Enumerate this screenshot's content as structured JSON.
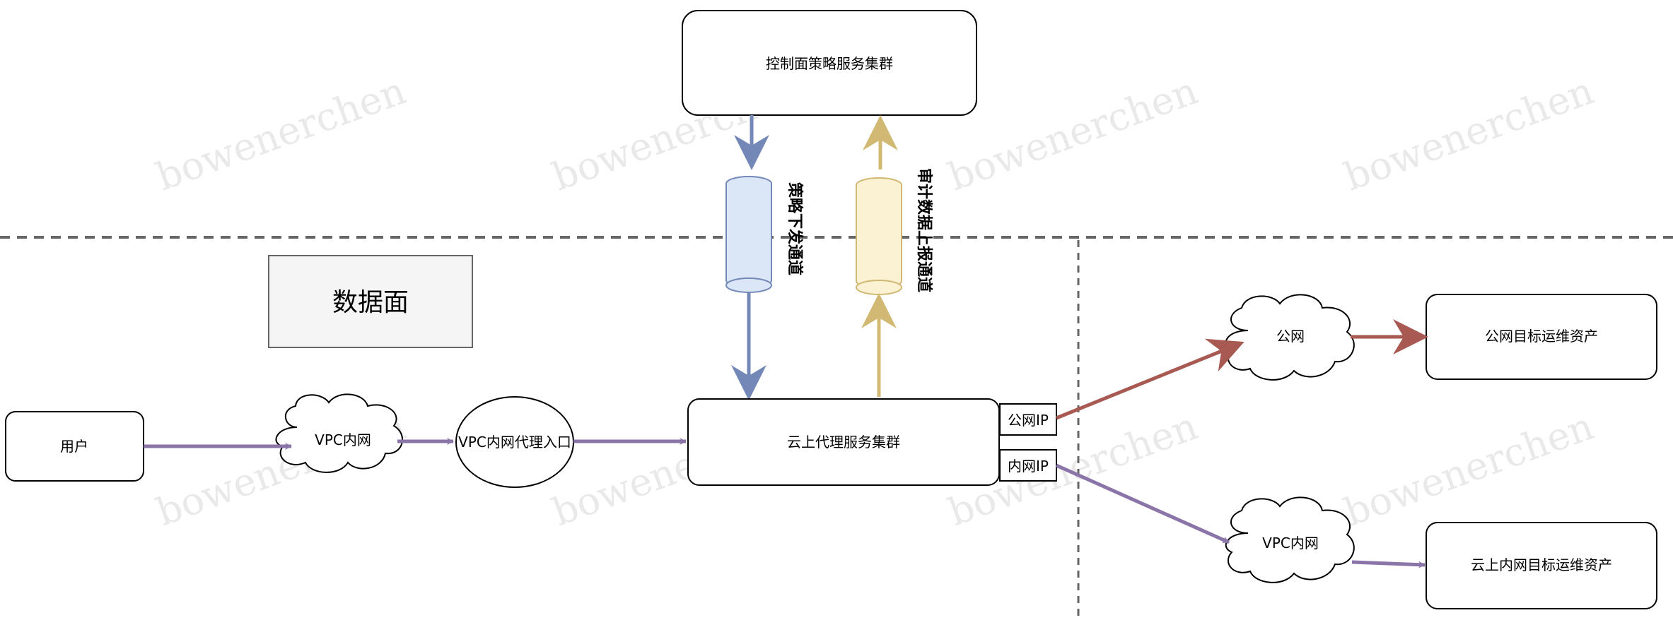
{
  "diagram": {
    "watermark": "bowenerchen",
    "control_cluster": "控制面策略服务集群",
    "data_plane_label": "数据面",
    "policy_channel": "策略下发通道",
    "audit_channel": "审计数据上报通道",
    "user": "用户",
    "vpc_cloud_left": "VPC内网",
    "vpc_proxy_entry": "VPC内网代理入口",
    "cloud_proxy_cluster": "云上代理服务集群",
    "public_ip_port": "公网IP",
    "internal_ip_port": "内网IP",
    "public_cloud": "公网",
    "public_target": "公网目标运维资产",
    "vpc_cloud_right": "VPC内网",
    "internal_target": "云上内网目标运维资产"
  },
  "colors": {
    "purple": "#8a74a8",
    "blue": "#7488b8",
    "gold": "#d1b873",
    "red": "#a85a52",
    "policy_fill": "#dbe6f7",
    "audit_fill": "#fbf1d3"
  }
}
